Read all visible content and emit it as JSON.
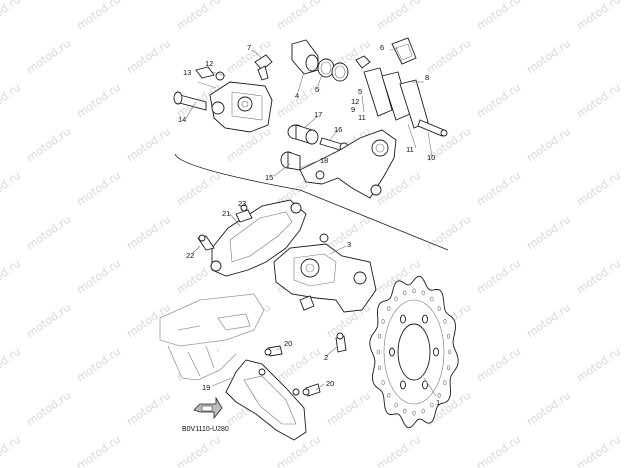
{
  "watermark": "motod.ru",
  "diagram_code": "B0V1110-U280",
  "part_numbers": [
    "1",
    "2",
    "3",
    "4",
    "5",
    "6",
    "7",
    "8",
    "9",
    "10",
    "11",
    "12",
    "13",
    "14",
    "15",
    "16",
    "17",
    "18",
    "19",
    "20",
    "21",
    "22",
    "23"
  ],
  "labels": {
    "l1": "1",
    "l2": "2",
    "l3": "3",
    "l4": "4",
    "l5a": "5",
    "l5b": "5",
    "l6": "6",
    "l7": "7",
    "l8": "8",
    "l9": "9",
    "l10": "10",
    "l11a": "11",
    "l11b": "11",
    "l12a": "12",
    "l12b": "12",
    "l13": "13",
    "l14": "14",
    "l15": "15",
    "l16": "16",
    "l17": "17",
    "l18": "18",
    "l19": "19",
    "l20a": "20",
    "l20b": "20",
    "l21": "21",
    "l22": "22",
    "l23": "23"
  },
  "colors": {
    "ink": "#1a1a1a",
    "watermark": "#d8d8d8",
    "shade": "#bdbdbd"
  }
}
